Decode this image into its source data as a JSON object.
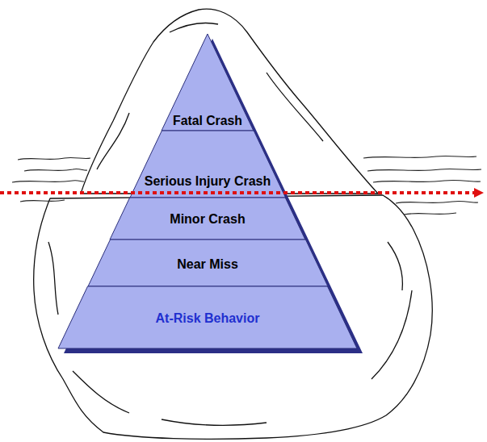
{
  "diagram": {
    "nodes": [
      {
        "text": [
          "Fatal Crash"
        ]
      },
      {
        "text": [
          "Serious Injury Crash"
        ]
      },
      {
        "text": [
          "Minor Crash"
        ]
      },
      {
        "text": [
          "Near Miss"
        ]
      },
      {
        "text": [
          "At-Risk Behavior"
        ]
      }
    ]
  }
}
